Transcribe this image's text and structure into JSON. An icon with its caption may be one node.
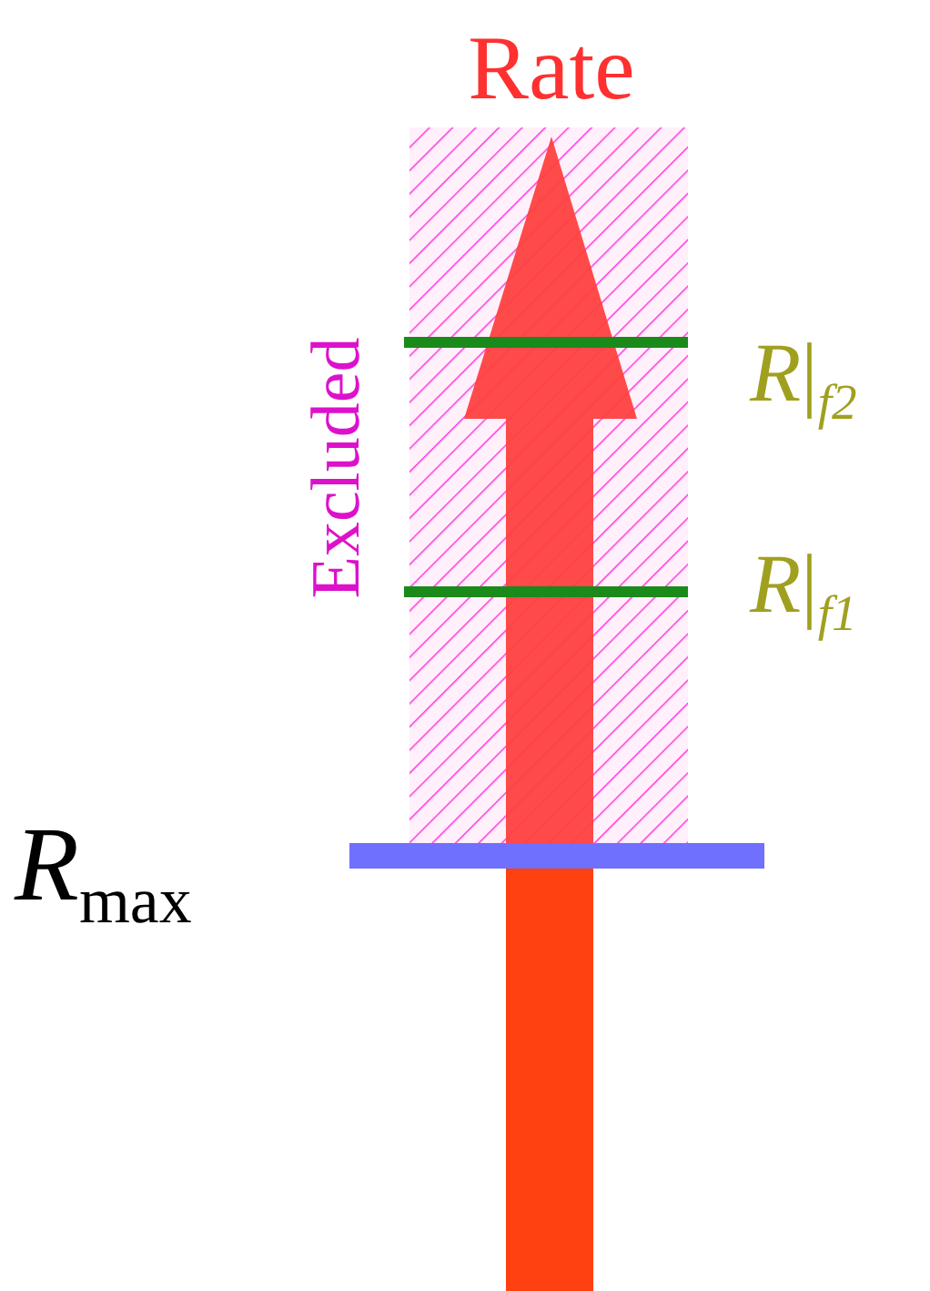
{
  "diagram": {
    "labels": [
      "Rate",
      "Excluded",
      "*R*|$_{f2}$",
      "*R*|$_{f1}$",
      "*R*$_{max}$"
    ]
  }
}
